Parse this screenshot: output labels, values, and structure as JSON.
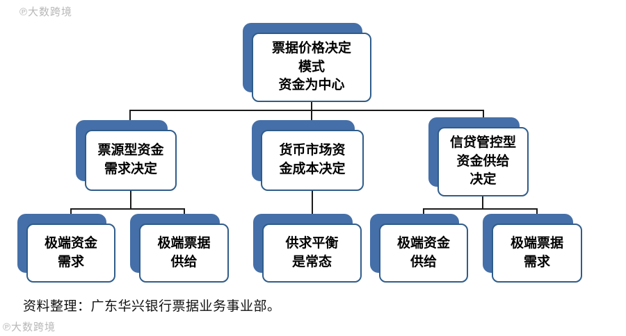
{
  "colors": {
    "node_fill": "#456fa8",
    "node_border": "#2f5c8a",
    "line": "#1a1a1a",
    "text": "#000000",
    "watermark": "#b8b8b8"
  },
  "watermarks": {
    "top_left": "℗大数跨境",
    "bottom_left": "℗大数跨境"
  },
  "caption": "资料整理：广东华兴银行票据业务事业部。",
  "diagram": {
    "type": "org-chart",
    "root": {
      "label": "票据价格决定\n模式\n资金为中心"
    },
    "level2": [
      {
        "label": "票源型资金\n需求决定"
      },
      {
        "label": "货币市场资\n金成本决定"
      },
      {
        "label": "信贷管控型\n资金供给\n决定"
      }
    ],
    "level3": [
      {
        "label": "极端资金\n需求"
      },
      {
        "label": "极端票据\n供给"
      },
      {
        "label": "供求平衡\n是常态"
      },
      {
        "label": "极端资金\n供给"
      },
      {
        "label": "极端票据\n需求"
      }
    ]
  }
}
